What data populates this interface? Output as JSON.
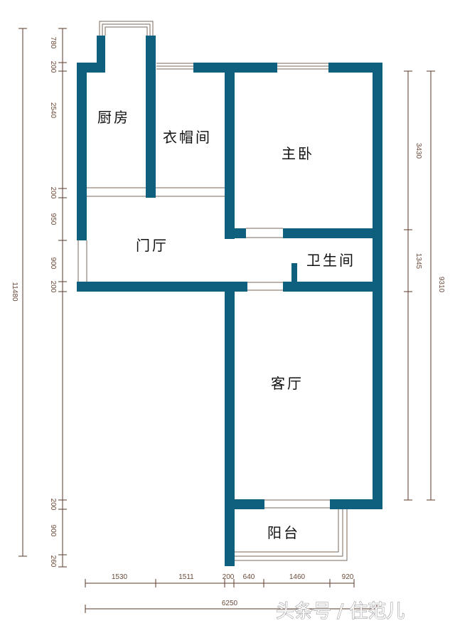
{
  "colors": {
    "wall": "#0f5f7f",
    "dim_line": "#5a3a2a",
    "window": "#7a6a5a"
  },
  "rooms": {
    "kitchen": "厨房",
    "cloakroom": "衣帽间",
    "master_bedroom": "主卧",
    "foyer": "门厅",
    "bathroom": "卫生间",
    "living_room": "客厅",
    "balcony": "阳台"
  },
  "dims": {
    "left": [
      "780",
      "200",
      "2540",
      "200",
      "950",
      "900",
      "200",
      "200",
      "900",
      "260"
    ],
    "left_total": "11480",
    "right": [
      "3430",
      "1345"
    ],
    "right_total": "9310",
    "bottom": [
      "1530",
      "1511",
      "200",
      "640",
      "1460",
      "920"
    ],
    "bottom_total": "6250"
  },
  "watermark": "头条号 / 住范儿"
}
